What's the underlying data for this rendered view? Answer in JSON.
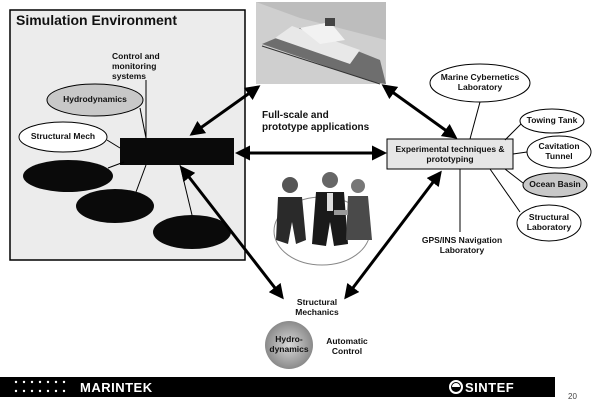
{
  "simulation": {
    "title": "Simulation Environment",
    "control": "Control and monitoring systems",
    "hydrodynamics": "Hydrodynamics",
    "structural_mech": "Structural Mech"
  },
  "center": {
    "applications": "Full-scale and prototype applications"
  },
  "experimental": {
    "box": "Experimental techniques & prototyping",
    "marine": "Marine Cybernetics Laboratory",
    "towing": "Towing Tank",
    "cavitation": "Cavitation Tunnel",
    "ocean": "Ocean Basin",
    "structural_lab": "Structural Laboratory",
    "gps": "GPS/INS Navigation Laboratory"
  },
  "bottom": {
    "structural": "Structural Mechanics",
    "hydro": "Hydro- dynamics",
    "automatic": "Automatic Control"
  },
  "footer": {
    "left": "MARINTEK",
    "right": "SINTEF",
    "page": "20"
  }
}
